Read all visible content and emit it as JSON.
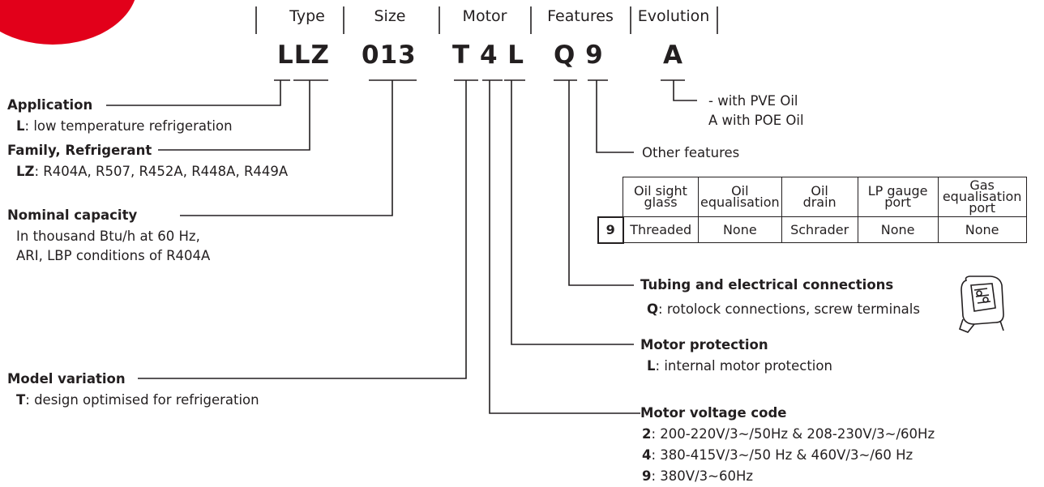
{
  "header": {
    "type": "Type",
    "size": "Size",
    "motor": "Motor",
    "features": "Features",
    "evolution": "Evolution"
  },
  "code": {
    "type": "LLZ",
    "size": "013",
    "motor": "T 4 L",
    "features": "Q 9",
    "evolution": "A"
  },
  "application": {
    "title": "Application",
    "code": "L",
    "desc": ": low temperature refrigeration"
  },
  "family": {
    "title": "Family, Refrigerant",
    "code": "LZ",
    "desc": ": R404A, R507, R452A, R448A, R449A"
  },
  "nominal": {
    "title": "Nominal capacity",
    "line1": "In thousand Btu/h at 60 Hz,",
    "line2": "ARI, LBP conditions of R404A"
  },
  "model": {
    "title": "Model variation",
    "code": "T",
    "desc": ": design optimised for refrigeration"
  },
  "evolution_desc": {
    "line1": "- with PVE Oil",
    "line2": "A with POE Oil"
  },
  "other_features": "Other features",
  "features_table": {
    "headers": [
      [
        "Oil sight",
        "glass"
      ],
      [
        "Oil",
        "equalisation"
      ],
      [
        "Oil",
        "drain"
      ],
      [
        "LP gauge",
        "port"
      ],
      [
        "Gas",
        "equalisation",
        "port"
      ]
    ],
    "row_code": "9",
    "row": [
      "Threaded",
      "None",
      "Schrader",
      "None",
      "None"
    ]
  },
  "tubing": {
    "title": "Tubing and electrical connections",
    "code": "Q",
    "desc": ": rotolock connections, screw terminals"
  },
  "motor_protection": {
    "title": "Motor protection",
    "code": "L",
    "desc": ": internal motor protection"
  },
  "motor_voltage": {
    "title": "Motor voltage code",
    "items": [
      {
        "code": "2",
        "desc": ": 200-220V/3~/50Hz & 208-230V/3~/60Hz"
      },
      {
        "code": "4",
        "desc": ": 380-415V/3~/50 Hz & 460V/3~/60 Hz"
      },
      {
        "code": "9",
        "desc": ": 380V/3~60Hz"
      }
    ]
  },
  "colors": {
    "accent": "#e2001a",
    "text": "#231f20"
  },
  "icons": [
    "brand-corner-shape",
    "terminal-box-icon"
  ]
}
